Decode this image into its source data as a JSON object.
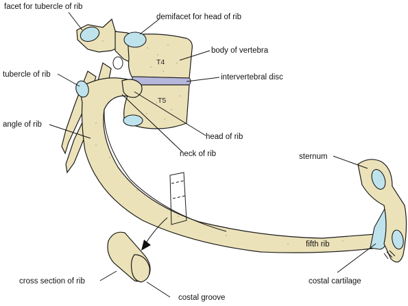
{
  "labels": {
    "facet_tubercle": "facet for tubercle of rib",
    "demifacet_head": "demifacet for head of rib",
    "body_vertebra": "body of vertebra",
    "tubercle_rib": "tubercle of rib",
    "intervertebral_disc": "intervertebral disc",
    "angle_rib": "angle of rib",
    "head_rib": "head of rib",
    "neck_rib": "neck of rib",
    "sternum": "sternum",
    "fifth_rib": "fifth rib",
    "cross_section": "cross section of rib",
    "costal_cartilage": "costal cartilage",
    "costal_groove": "costal groove",
    "t4": "T4",
    "t5": "T5"
  },
  "colors": {
    "bone": "#ece2b9",
    "cartilage": "#bfe3ec",
    "disc": "#b7b7dc",
    "outline": "#1a1a1a"
  }
}
